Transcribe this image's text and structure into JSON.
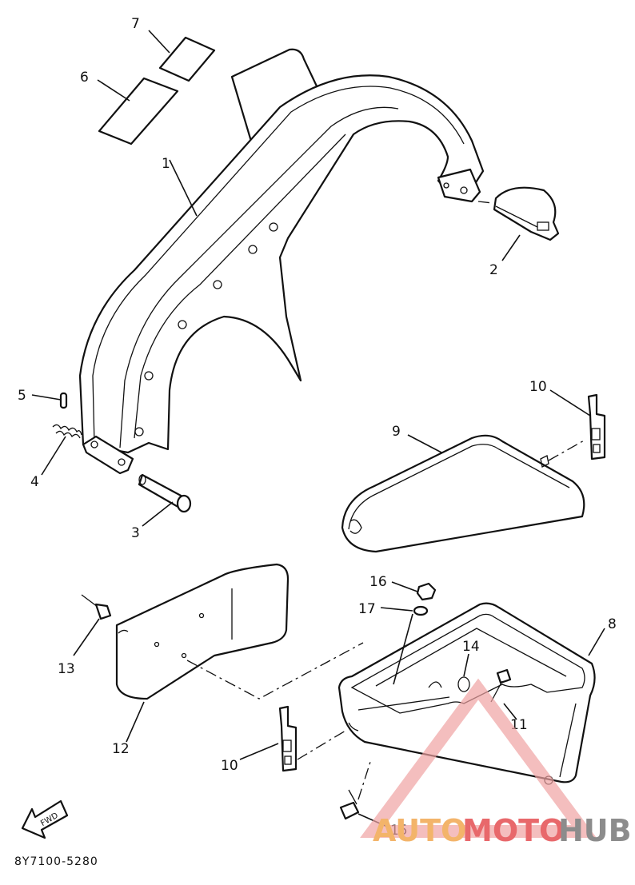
{
  "callouts": [
    "1",
    "2",
    "3",
    "4",
    "5",
    "6",
    "7",
    "8",
    "9",
    "10",
    "10",
    "11",
    "12",
    "13",
    "14",
    "15",
    "16",
    "17"
  ],
  "diagram_code": "8Y7100-5280",
  "fwd_label": "FWD",
  "watermark": {
    "part1": "AUTO",
    "part2": "MOTO",
    "part3": "HUB"
  },
  "colors": {
    "line": "#111111",
    "watermark_red": "#e8686b",
    "watermark_orange": "#f3b46a",
    "watermark_gray": "#8c8c8c"
  }
}
